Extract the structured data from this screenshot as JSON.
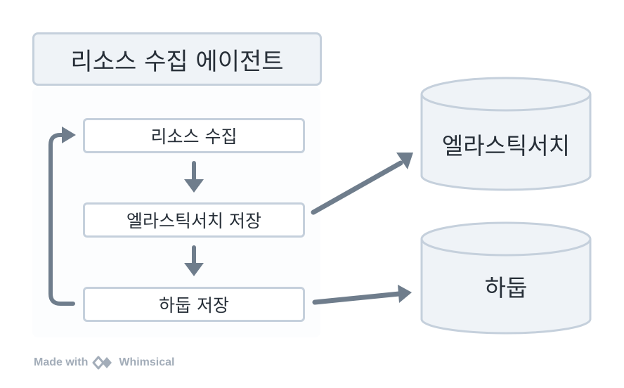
{
  "diagram": {
    "title": "리소스 수집 에이전트",
    "steps": [
      {
        "label": "리소스 수집"
      },
      {
        "label": "엘라스틱서치 저장"
      },
      {
        "label": "하둡 저장"
      }
    ],
    "databases": [
      {
        "label": "엘라스틱서치"
      },
      {
        "label": "하둡"
      }
    ]
  },
  "footer": {
    "made_with": "Made with",
    "brand": "Whimsical",
    "logo_icon": "whimsical-logo-icon"
  },
  "colors": {
    "box_fill": "#eff3f7",
    "box_border": "#c5d0dc",
    "arrow": "#6f7d8c",
    "text": "#272f38",
    "footer_text": "#a3adb9"
  }
}
